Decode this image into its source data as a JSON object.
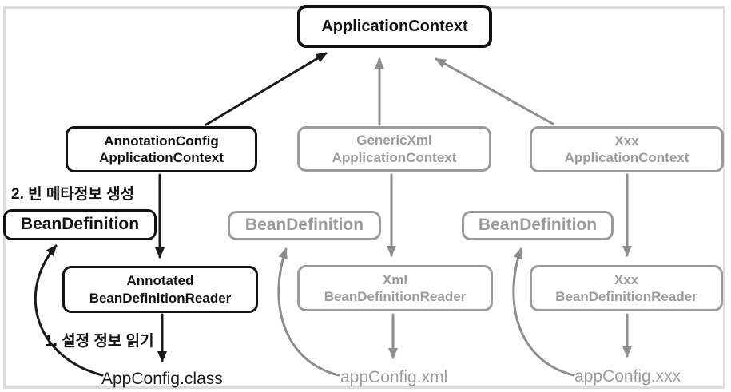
{
  "diagram": {
    "title_hint": "Spring ApplicationContext / BeanDefinition structure diagram",
    "colors": {
      "node_black": "#111111",
      "node_gray": "#9b9b9b",
      "arrow_black": "#1a1a1a",
      "arrow_gray": "#8e8e8e",
      "frame": "#dcdcdc"
    },
    "nodes": {
      "application_context": {
        "label": "ApplicationContext"
      },
      "annotation_config_ac": {
        "line1": "AnnotationConfig",
        "line2": "ApplicationContext"
      },
      "generic_xml_ac": {
        "line1": "GenericXml",
        "line2": "ApplicationContext"
      },
      "xxx_ac": {
        "line1": "Xxx",
        "line2": "ApplicationContext"
      },
      "bean_definition_left": {
        "label": "BeanDefinition"
      },
      "bean_definition_mid": {
        "label": "BeanDefinition"
      },
      "bean_definition_right": {
        "label": "BeanDefinition"
      },
      "annotated_reader": {
        "line1": "Annotated",
        "line2": "BeanDefinitionReader"
      },
      "xml_reader": {
        "line1": "Xml",
        "line2": "BeanDefinitionReader"
      },
      "xxx_reader": {
        "line1": "Xxx",
        "line2": "BeanDefinitionReader"
      }
    },
    "labels": {
      "step2": "2. 빈 메타정보 생성",
      "step1": "1. 설정 정보 읽기",
      "app_config_class": "AppConfig.class",
      "app_config_xml": "appConfig.xml",
      "app_config_xxx": "appConfig.xxx"
    }
  }
}
